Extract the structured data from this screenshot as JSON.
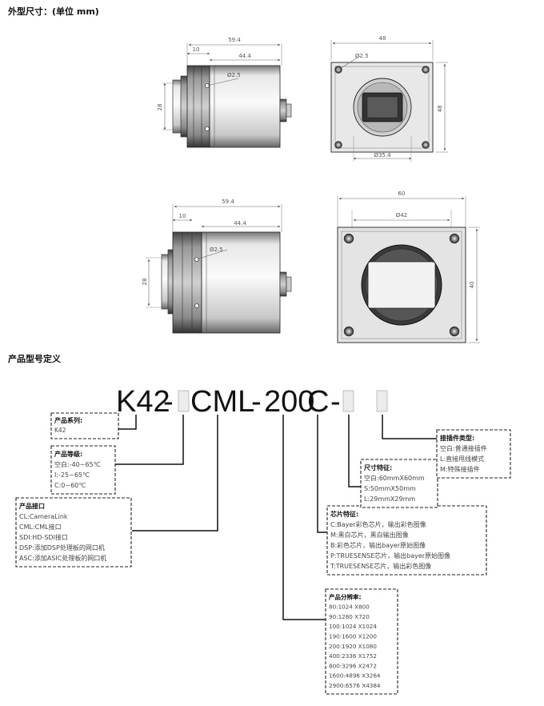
{
  "section1_title": "外型尺寸：(单位 mm)",
  "section2_title": "产品型号定义",
  "drawing_top_side": {
    "len_total": "59.4",
    "len_front": "10",
    "len_body": "44.4",
    "height": "28",
    "hole": "Ø2.5"
  },
  "drawing_top_front": {
    "width": "48",
    "height": "48",
    "hole": "Ø2.5",
    "circle": "Ø35.4"
  },
  "drawing_bottom_side": {
    "len_total": "59.4",
    "len_front": "10",
    "len_body": "44.4",
    "height": "28",
    "hole": "Ø2.5"
  },
  "drawing_bottom_front": {
    "width": "60",
    "height": "40",
    "circle": "Ø42"
  },
  "model_code": {
    "p1": "K42",
    "d1": "-",
    "p2": "CML",
    "d2": "-",
    "p3": "200",
    "p4": "C",
    "d3": "-"
  },
  "boxes": [
    {
      "title": "产品系列:",
      "lines": [
        "K42"
      ]
    },
    {
      "title": "产品等级:",
      "lines": [
        "空白:-40~65℃",
        "I:-25~65℃",
        "C:0~60℃"
      ]
    },
    {
      "title": "产品接口",
      "lines": [
        "CL:CameraLink",
        "CML:CML接口",
        "SDI:HD-SDI接口",
        "DSP:添加DSP处理板的网口机",
        "ASC:添加ASIC处理板的网口机"
      ]
    },
    {
      "title": "产品分辨率:",
      "lines": [
        "80:1024 X800",
        "90:1280 X720",
        "100:1024 X1024",
        "190:1600 X1200",
        "200:1920 X1080",
        "400:2336 X1752",
        "800:3296 X2472",
        "1600:4896 X3264",
        "2900:6576 X4384"
      ]
    },
    {
      "title": "芯片特征:",
      "lines": [
        "C:Bayer彩色芯片，输出彩色图像",
        "M:黑白芯片，黑白输出图像",
        "B:彩色芯片，输出bayer原始图像",
        "P:TRUESENSE芯片，输出bayer原始图像",
        "T:TRUESENSE芯片，输出彩色图像"
      ]
    },
    {
      "title": "尺寸特征:",
      "lines": [
        "空白:60mmX60mm",
        "S:50mmX50mm",
        "L:29mmX29mm"
      ]
    },
    {
      "title": "接插件类型:",
      "lines": [
        "空白:普通接插件",
        "L:直接甩线模式",
        "M:特殊接插件"
      ]
    }
  ]
}
